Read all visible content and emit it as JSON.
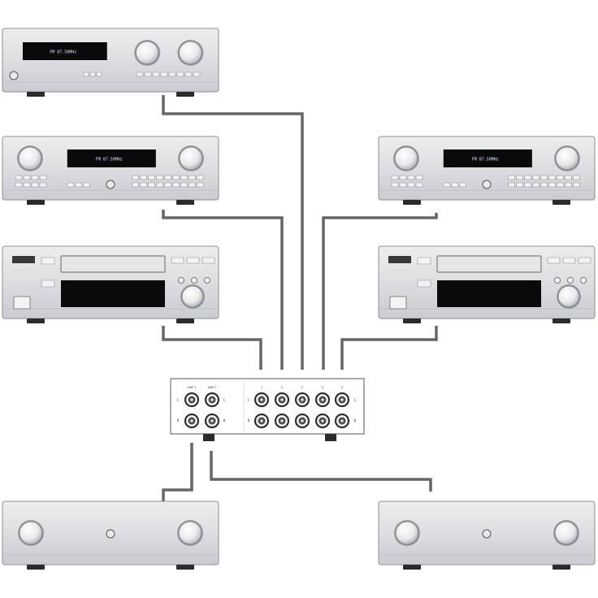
{
  "colors": {
    "background": "#ffffff",
    "device_body": "#d7d9dc",
    "device_face": "#e6e8ea",
    "device_edge": "#8b8f94",
    "display": "#0a0a0a",
    "cable": "#666666",
    "switch_box": "#ffffff",
    "jack_ring": "#2a2a2a"
  },
  "devices": [
    {
      "id": "tuner-top",
      "kind": "tuner",
      "icon": "tuner-amplifier-icon",
      "display_text": "FM  87.50MHz"
    },
    {
      "id": "tuner-left",
      "kind": "receiver",
      "icon": "receiver-icon",
      "display_text": "FM  87.50MHz"
    },
    {
      "id": "tuner-right",
      "kind": "receiver",
      "icon": "receiver-icon",
      "display_text": "FM  87.50MHz"
    },
    {
      "id": "cd-left",
      "kind": "cd-player",
      "icon": "cd-player-icon",
      "display_text": ""
    },
    {
      "id": "cd-right",
      "kind": "cd-player",
      "icon": "cd-player-icon",
      "display_text": ""
    },
    {
      "id": "amp-left",
      "kind": "amplifier",
      "icon": "amplifier-icon",
      "display_text": ""
    },
    {
      "id": "amp-right",
      "kind": "amplifier",
      "icon": "amplifier-icon",
      "display_text": ""
    }
  ],
  "switch_box": {
    "amp_headers": [
      "AMP 1",
      "AMP 2"
    ],
    "source_headers": [
      "1",
      "2",
      "3",
      "4",
      "5"
    ],
    "row_labels": [
      "L",
      "R"
    ]
  }
}
